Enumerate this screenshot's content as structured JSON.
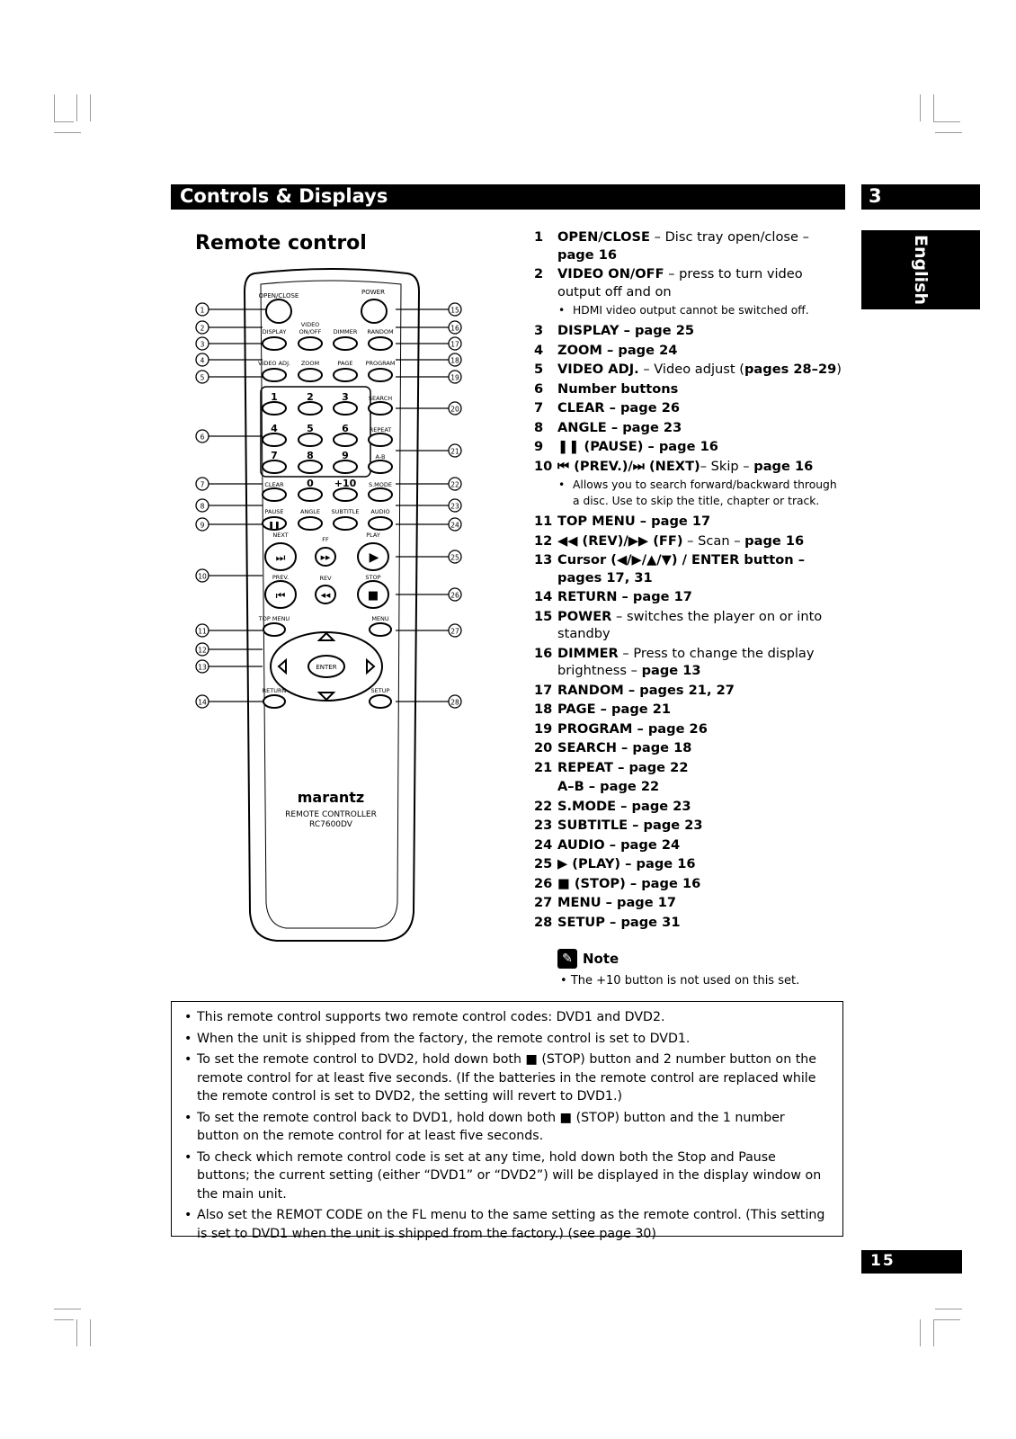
{
  "header": {
    "title": "Controls & Displays",
    "chapter": "3",
    "language_tab": "English"
  },
  "section_title": "Remote control",
  "remote": {
    "labels": {
      "open_close": "OPEN/CLOSE",
      "power": "POWER",
      "video": "VIDEO",
      "on_off": "ON/OFF",
      "display": "DISPLAY",
      "dimmer": "DIMMER",
      "random": "RANDOM",
      "video_adj": "VIDEO ADJ.",
      "zoom": "ZOOM",
      "page": "PAGE",
      "program": "PROGRAM",
      "search": "SEARCH",
      "repeat": "REPEAT",
      "a_b": "A-B",
      "clear": "CLEAR",
      "s_mode": "S.MODE",
      "n1": "1",
      "n2": "2",
      "n3": "3",
      "n4": "4",
      "n5": "5",
      "n6": "6",
      "n7": "7",
      "n8": "8",
      "n9": "9",
      "n0": "0",
      "plus10": "+10",
      "pause": "PAUSE",
      "angle": "ANGLE",
      "subtitle": "SUBTITLE",
      "audio": "AUDIO",
      "next": "NEXT",
      "ff": "FF",
      "play": "PLAY",
      "prev": "PREV.",
      "rev": "REV",
      "stop": "STOP",
      "top_menu": "TOP MENU",
      "menu": "MENU",
      "enter": "ENTER",
      "return": "RETURN",
      "setup": "SETUP",
      "brand": "marantz",
      "model_line1": "REMOTE CONTROLLER",
      "model_line2": "RC7600DV"
    },
    "callouts_left": [
      "1",
      "2",
      "3",
      "4",
      "5",
      "6",
      "7",
      "8",
      "9",
      "10",
      "11",
      "12",
      "13",
      "14"
    ],
    "callouts_right": [
      "15",
      "16",
      "17",
      "18",
      "19",
      "20",
      "21",
      "22",
      "23",
      "24",
      "25",
      "26",
      "27",
      "28"
    ]
  },
  "items": [
    {
      "num": "1",
      "name": "OPEN/CLOSE",
      "rest": " – Disc tray open/close – ",
      "tail": "page 16"
    },
    {
      "num": "2",
      "name": "VIDEO ON/OFF",
      "rest": " – press to turn video output off and on",
      "tail": ""
    },
    {
      "num": "3",
      "name": "DISPLAY – page 25",
      "rest": "",
      "tail": ""
    },
    {
      "num": "4",
      "name": "ZOOM – page 24",
      "rest": "",
      "tail": ""
    },
    {
      "num": "5",
      "name": "VIDEO ADJ.",
      "rest": " – Video adjust (",
      "tail": "pages 28–29",
      "after": ")"
    },
    {
      "num": "6",
      "name": "Number buttons",
      "rest": "",
      "tail": ""
    },
    {
      "num": "7",
      "name": "CLEAR – page 26",
      "rest": "",
      "tail": ""
    },
    {
      "num": "8",
      "name": "ANGLE – page 23",
      "rest": "",
      "tail": ""
    },
    {
      "num": "9",
      "name": "❚❚ (PAUSE) – page 16",
      "rest": "",
      "tail": ""
    },
    {
      "num": "10",
      "name": "⏮ (PREV.)/⏭ (NEXT)",
      "rest": "– Skip – ",
      "tail": "page 16"
    },
    {
      "num": "11",
      "name": "TOP MENU – page 17",
      "rest": "",
      "tail": ""
    },
    {
      "num": "12",
      "name": "◀◀ (REV)/▶▶ (FF)",
      "rest": " – Scan – ",
      "tail": "page 16"
    },
    {
      "num": "13",
      "name": "Cursor (◀/▶/▲/▼) / ENTER button – pages 17, 31",
      "rest": "",
      "tail": ""
    },
    {
      "num": "14",
      "name": "RETURN – page 17",
      "rest": "",
      "tail": ""
    },
    {
      "num": "15",
      "name": "POWER",
      "rest": " – switches the player on or into standby",
      "tail": ""
    },
    {
      "num": "16",
      "name": "DIMMER",
      "rest": " – Press to change the display brightness – ",
      "tail": "page 13"
    },
    {
      "num": "17",
      "name": "RANDOM – pages 21, 27",
      "rest": "",
      "tail": ""
    },
    {
      "num": "18",
      "name": "PAGE – page 21",
      "rest": "",
      "tail": ""
    },
    {
      "num": "19",
      "name": "PROGRAM – page 26",
      "rest": "",
      "tail": ""
    },
    {
      "num": "20",
      "name": "SEARCH – page 18",
      "rest": "",
      "tail": ""
    },
    {
      "num": "21",
      "name": "REPEAT – page 22",
      "rest": "",
      "tail": ""
    },
    {
      "num": "",
      "name": "A–B – page 22",
      "rest": "",
      "tail": ""
    },
    {
      "num": "22",
      "name": "S.MODE – page 23",
      "rest": "",
      "tail": ""
    },
    {
      "num": "23",
      "name": "SUBTITLE – page 23",
      "rest": "",
      "tail": ""
    },
    {
      "num": "24",
      "name": "AUDIO – page 24",
      "rest": "",
      "tail": ""
    },
    {
      "num": "25",
      "name": "▶ (PLAY) – page 16",
      "rest": "",
      "tail": ""
    },
    {
      "num": "26",
      "name": "■ (STOP) – page 16",
      "rest": "",
      "tail": ""
    },
    {
      "num": "27",
      "name": "MENU – page 17",
      "rest": "",
      "tail": ""
    },
    {
      "num": "28",
      "name": "SETUP – page 31",
      "rest": "",
      "tail": ""
    }
  ],
  "sub_notes": {
    "after_2": "HDMI video output cannot be switched off.",
    "after_10": "Allows you to search forward/backward through a disc. Use to skip the title, chapter or track."
  },
  "note": {
    "heading": "Note",
    "text": "The +10 button is not used on this set."
  },
  "info_bullets": [
    "This remote control supports two remote control codes: DVD1 and DVD2.",
    "When the unit is shipped from the factory, the remote control is set to DVD1.",
    "To set the remote control to DVD2, hold down both ■ (STOP) button and 2 number button on the remote control for at least five seconds.  (If the batteries in the remote control are replaced while the remote control is set to DVD2, the setting will revert to DVD1.)",
    "To set the remote control back to DVD1, hold down both ■ (STOP) button and the 1 number button on the remote control for at least five seconds.",
    "To check which remote control code is set at any time, hold down both the Stop and Pause buttons; the current setting (either “DVD1” or “DVD2”) will be displayed in the display window on the main unit.",
    "Also set the REMOT CODE on the FL menu to the same setting as the remote control. (This setting is set to DVD1 when the unit is shipped from the factory.) (see page 30)"
  ],
  "page_number": "15"
}
